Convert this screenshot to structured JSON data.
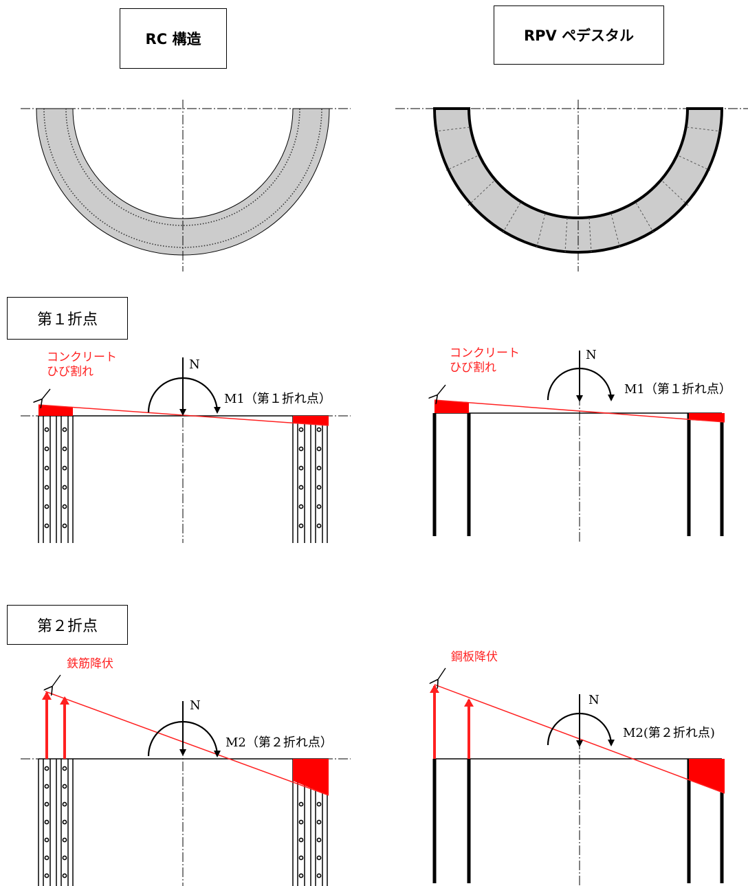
{
  "headers": {
    "rc": "RC 構造",
    "rpv": "RPV ペデスタル"
  },
  "steps": {
    "first": "第１折点",
    "second": "第２折点"
  },
  "annotations": {
    "crack_line1": "コンクリート",
    "crack_line2": "ひび割れ",
    "rebar_yield": "鉄筋降伏",
    "steel_yield": "鋼板降伏",
    "axial_force": "N",
    "moment_first": "M1（第１折れ点）",
    "moment_second_rc": "M2（第２折れ点）",
    "moment_second_rpv": "M2(第２折れ点)"
  },
  "colors": {
    "annotation": "#ff2020",
    "section_fill": "#cccccc",
    "line": "#000000"
  }
}
